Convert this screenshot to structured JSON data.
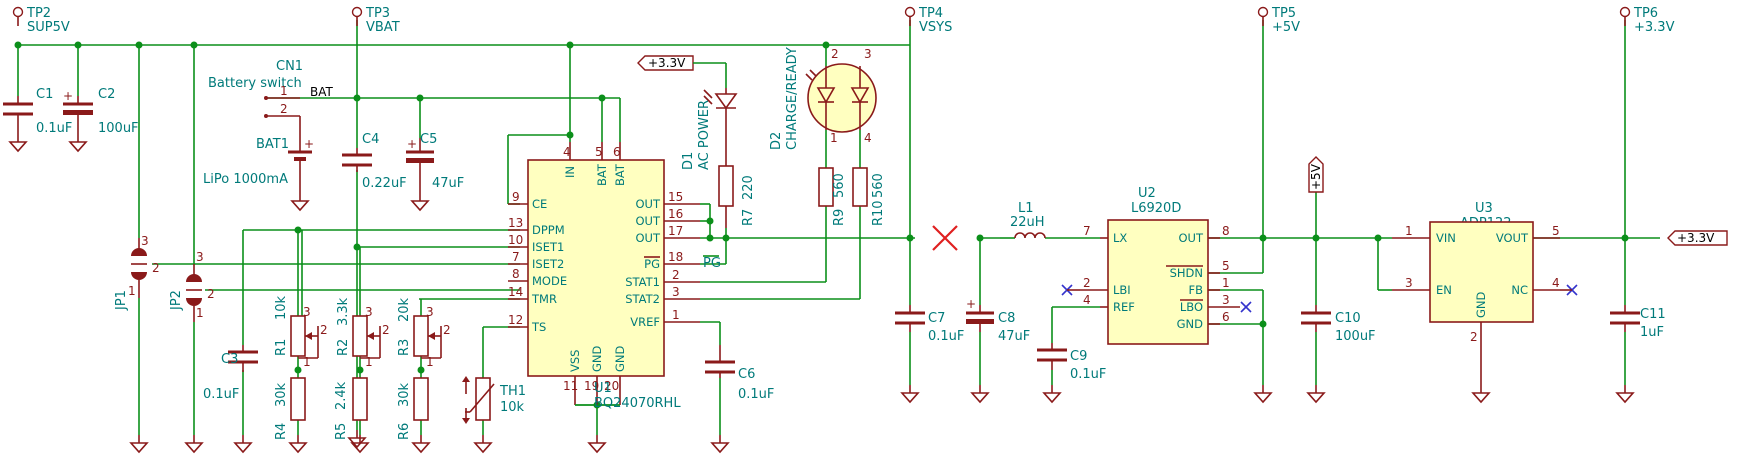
{
  "testpoints": [
    {
      "ref": "TP2",
      "net": "SUP5V"
    },
    {
      "ref": "TP3",
      "net": "VBAT"
    },
    {
      "ref": "TP4",
      "net": "VSYS"
    },
    {
      "ref": "TP5",
      "net": "+5V"
    },
    {
      "ref": "TP6",
      "net": "+3.3V"
    }
  ],
  "components": {
    "c1": {
      "ref": "C1",
      "value": "0.1uF"
    },
    "c2": {
      "ref": "C2",
      "value": "100uF"
    },
    "cn1": {
      "ref": "CN1",
      "value": "Battery switch",
      "pin1": "1",
      "pin2": "2",
      "net": "BAT"
    },
    "bat1": {
      "ref": "BAT1",
      "value": "LiPo 1000mA"
    },
    "c4": {
      "ref": "C4",
      "value": "0.22uF"
    },
    "c5": {
      "ref": "C5",
      "value": "47uF"
    },
    "jp1": {
      "ref": "JP1",
      "p1": "1",
      "p2": "2",
      "p3": "3"
    },
    "jp2": {
      "ref": "JP2",
      "p1": "1",
      "p2": "2",
      "p3": "3"
    },
    "c3": {
      "ref": "C3",
      "value": "0.1uF"
    },
    "r1": {
      "ref": "R1",
      "value": "10k",
      "p1": "1",
      "p2": "2",
      "p3": "3"
    },
    "r2": {
      "ref": "R2",
      "value": "3.3k",
      "p1": "1",
      "p2": "2",
      "p3": "3"
    },
    "r3": {
      "ref": "R3",
      "value": "20k",
      "p1": "1",
      "p2": "2",
      "p3": "3"
    },
    "r4": {
      "ref": "R4",
      "value": "30k"
    },
    "r5": {
      "ref": "R5",
      "value": "2.4k"
    },
    "r6": {
      "ref": "R6",
      "value": "30k"
    },
    "th1": {
      "ref": "TH1",
      "value": "10k"
    },
    "u1": {
      "ref": "U1",
      "value": "BQ24070RHL",
      "pins_left": [
        {
          "num": "9",
          "name": "CE"
        },
        {
          "num": "13",
          "name": "DPPM"
        },
        {
          "num": "10",
          "name": "ISET1"
        },
        {
          "num": "7",
          "name": "ISET2"
        },
        {
          "num": "8",
          "name": "MODE"
        },
        {
          "num": "14",
          "name": "TMR"
        },
        {
          "num": "12",
          "name": "TS"
        }
      ],
      "pins_right": [
        {
          "num": "15",
          "name": "OUT"
        },
        {
          "num": "16",
          "name": "OUT"
        },
        {
          "num": "17",
          "name": "OUT"
        },
        {
          "num": "18",
          "name": "PG"
        },
        {
          "num": "2",
          "name": "STAT1"
        },
        {
          "num": "3",
          "name": "STAT2"
        },
        {
          "num": "1",
          "name": "VREF"
        }
      ],
      "pins_top": [
        {
          "num": "4",
          "name": "IN"
        },
        {
          "num": "5",
          "name": "BAT"
        },
        {
          "num": "6",
          "name": "BAT"
        }
      ],
      "pins_bottom": [
        {
          "num": "11",
          "name": "VSS"
        },
        {
          "num": "19",
          "name": "GND"
        },
        {
          "num": "20",
          "name": "GND"
        }
      ]
    },
    "c6": {
      "ref": "C6",
      "value": "0.1uF"
    },
    "d1": {
      "ref": "D1",
      "value": "AC POWER"
    },
    "r7": {
      "ref": "R7",
      "value": "220"
    },
    "d2": {
      "ref": "D2",
      "value": "CHARGE/READY",
      "p1": "1",
      "p2": "2",
      "p3": "3",
      "p4": "4"
    },
    "r9": {
      "ref": "R9",
      "value": "560"
    },
    "r10": {
      "ref": "R10",
      "value": "560"
    },
    "pg_label": "PG",
    "l1": {
      "ref": "L1",
      "value": "22uH"
    },
    "c7": {
      "ref": "C7",
      "value": "0.1uF"
    },
    "c8": {
      "ref": "C8",
      "value": "47uF"
    },
    "u2": {
      "ref": "U2",
      "value": "L6920D",
      "pins_left": [
        {
          "num": "7",
          "name": "LX"
        },
        {
          "num": "2",
          "name": "LBI"
        },
        {
          "num": "4",
          "name": "REF"
        }
      ],
      "pins_right": [
        {
          "num": "8",
          "name": "OUT"
        },
        {
          "num": "5",
          "name": "SHDN"
        },
        {
          "num": "1",
          "name": "FB"
        },
        {
          "num": "3",
          "name": "LBO"
        },
        {
          "num": "6",
          "name": "GND"
        }
      ]
    },
    "c9": {
      "ref": "C9",
      "value": "0.1uF"
    },
    "c10": {
      "ref": "C10",
      "value": "100uF"
    },
    "u3": {
      "ref": "U3",
      "value": "ADP122",
      "pins_left": [
        {
          "num": "1",
          "name": "VIN"
        },
        {
          "num": "3",
          "name": "EN"
        }
      ],
      "pins_right": [
        {
          "num": "5",
          "name": "VOUT"
        },
        {
          "num": "4",
          "name": "NC"
        }
      ],
      "pins_bottom": [
        {
          "num": "2",
          "name": "GND"
        }
      ]
    },
    "c11": {
      "ref": "C11",
      "value": "1uF"
    }
  },
  "power_flags": {
    "p33_top": "+3.3V",
    "p5v": "+5V",
    "p33_out": "+3.3V"
  },
  "colors": {
    "wire": "#0b8f1a",
    "symbol": "#8a1a1a",
    "label": "#007a7a",
    "body_fill": "#ffffc0",
    "no_connect": "#3333cc",
    "dnp_cross": "#e02020"
  }
}
